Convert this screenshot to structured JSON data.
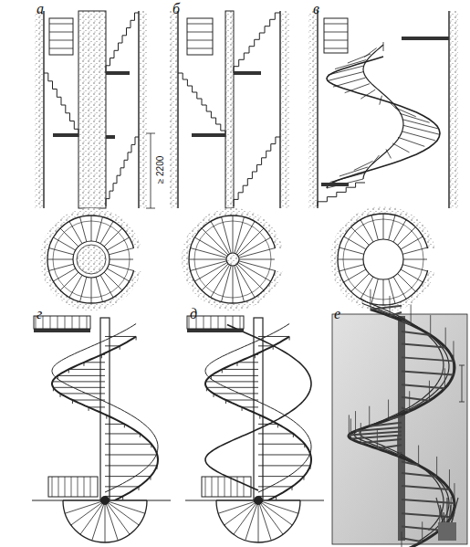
{
  "diagram": {
    "labels": [
      "а",
      "б",
      "в",
      "≥ 2200",
      "г",
      "д",
      "е"
    ]
  }
}
